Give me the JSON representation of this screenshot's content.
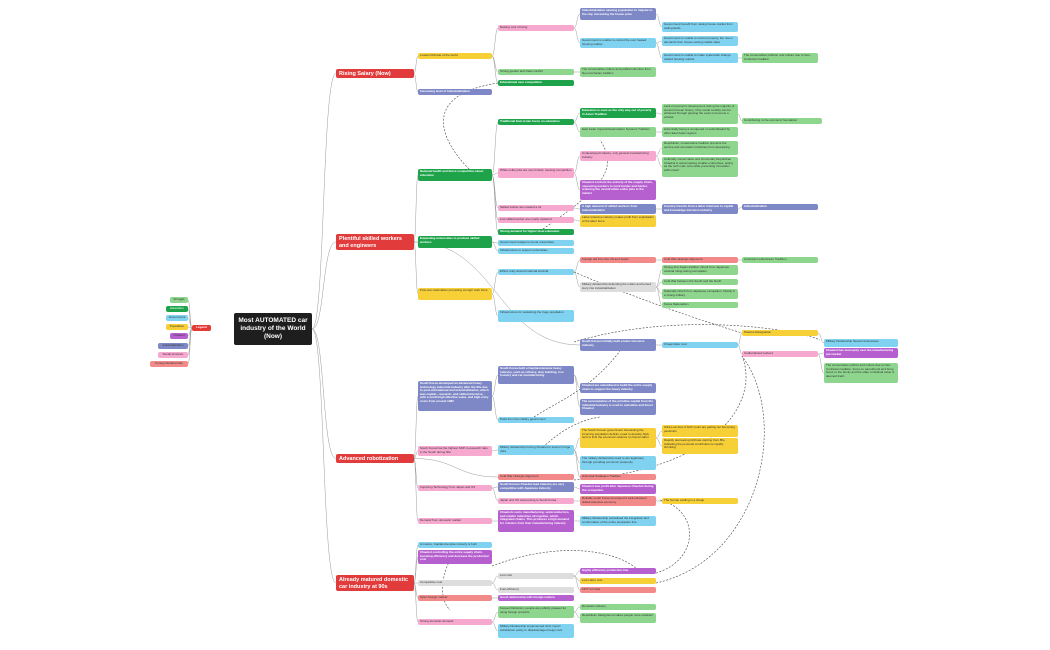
{
  "central": "Most AUTOMATED car industry of the World (Now)",
  "legend": {
    "title": "Legend",
    "items": [
      {
        "label": "Struggle",
        "color": "#8ed68e"
      },
      {
        "label": "Education",
        "color": "#1ea34b"
      },
      {
        "label": "Government",
        "color": "#7fd3f0"
      },
      {
        "label": "Population",
        "color": "#f7cf37"
      },
      {
        "label": "Chaebol",
        "color": "#b65fcf"
      },
      {
        "label": "Industrialization",
        "color": "#7f88c6"
      },
      {
        "label": "Social structure",
        "color": "#f7a8cf"
      },
      {
        "label": "Foreign Relationship",
        "color": "#f28a8a"
      }
    ]
  },
  "branches": [
    {
      "label": "Rising Salary (Now)"
    },
    {
      "label": "Plentiful skilled workers and engineers"
    },
    {
      "label": "Advanced robotization industry"
    },
    {
      "label": "Already matured domestic car industry at 90s"
    }
  ],
  "nodes": [
    {
      "text": "Lowest birthrate of the world"
    },
    {
      "text": "Increasing level of Industrialization"
    },
    {
      "text": "Raising cost of living"
    },
    {
      "text": "Strong gender and class conflict"
    },
    {
      "text": "Educational over competition"
    },
    {
      "text": "Industrialization causing population to migrate to the city, increasing the house price"
    },
    {
      "text": "Government benefit from raising house market from selling lands"
    },
    {
      "text": "Government is unable to control the over heated housing market"
    },
    {
      "text": "Government is unable to control property, the rise in demands from house-owning middle class"
    },
    {
      "text": "Government is unable to make systematic change toward housing market"
    },
    {
      "text": "The conservative political, and culture due to Neo-Confucian tradition"
    },
    {
      "text": "The conservative culture and political structure from Neo-Confucian tradition"
    },
    {
      "text": "National health and fierce competition about education"
    },
    {
      "text": "Traditional East Asian focus on education"
    },
    {
      "text": "Education is seen as the only way out of poverty in Asian Tradition"
    },
    {
      "text": "Lack of economic development during the majority of ancient Korean history. Only social mobility can be achieved through passing the exam to become a scholar"
    },
    {
      "text": "Contributing to the economic foundation"
    },
    {
      "text": "East Asian Imperial Examination Systems Tradition"
    },
    {
      "text": "Historically being a conquered or subordinated by other East Asian regions"
    },
    {
      "text": "Undeveloped industry, only general manufacturing industry"
    },
    {
      "text": "Republican, conservative tradition prevents the service and innovation industries from developing"
    },
    {
      "text": "Culturally conservative and structurally Republican Chaebol is outcompeting smaller enterprises, acting as the tech main core while preventing innovation within itself"
    },
    {
      "text": "White-collar jobs are very limited, causing competition"
    },
    {
      "text": "Chaebol controls the entirety of the supply chain, squeezing workers to work harder and harder, reducing the overall white-collar jobs in the market"
    },
    {
      "text": "Skilled worker are needed a lot"
    },
    {
      "text": "A high demand of skilled workers from industrialization"
    },
    {
      "text": "Country transits from a labor intensive to capital and knowledge intensive industry"
    },
    {
      "text": "Industrialization"
    },
    {
      "text": "Low skilled worker are mostly replaced"
    },
    {
      "text": "Labor-intensive industry makes profit from exploitation of the labor force"
    },
    {
      "text": "Strong demand for higher level education"
    },
    {
      "text": "Expanding universities to produce skilled workers"
    },
    {
      "text": "Government budget to found universities"
    },
    {
      "text": "Infrastructure to support universities"
    },
    {
      "text": "Post-war nationalism promoting enough work force"
    },
    {
      "text": "Ethnic unity around national survival"
    },
    {
      "text": "Foreign aid from the US and Japan"
    },
    {
      "text": "Cold War strategic alignment"
    },
    {
      "text": "American Lebensraum Tradition"
    },
    {
      "text": "Military dictatorship defending the nation and turned story into industrialization"
    },
    {
      "text": "Strong Anti-Japan tradition inherit from Japanese colonial ruling during occupation"
    },
    {
      "text": "Cold War between the South and the North"
    },
    {
      "text": "Nationals inherit from Japanese occupation, Mostly in a strong military"
    },
    {
      "text": "Korea Nationalism"
    },
    {
      "text": "Infrastructure for sustaining the huge population"
    },
    {
      "text": "South Korean initially built a labor intensive industry"
    },
    {
      "text": "Cheap labor cost"
    },
    {
      "text": "Passive Resignation"
    },
    {
      "text": "Military Dictatorship favours businesses"
    },
    {
      "text": "Undisciplined workers"
    },
    {
      "text": "Chaebol has monopoly over the manufacturing job market"
    },
    {
      "text": "The conservative politics and culture due to Neo-Confucian tradition, focus on parenthood and bring honor to the family and the state. Individual value is deemed trash"
    },
    {
      "text": "South Korea developed an advanced heavy technology industrial industry after the 60s due to post-war/national and industrialization, which was capital-, research- and skilled-intensive, with a world-high effective value, and high entry costs from around 1980"
    },
    {
      "text": "South Korea built a Capital-intensive heavy industry, such as refinery, ship building, iron foundry and car manufacturing"
    },
    {
      "text": "Chaebol are subsidised to build the entire supply chain to support the heavy industry"
    },
    {
      "text": "The accumulation of the primitive capital from the industrial industry is used to subsidise and boost Chaebol"
    },
    {
      "text": "Push from the military government"
    },
    {
      "text": "South Korea has the highest SOP-in-research ratio in the South during 90s"
    },
    {
      "text": "Military dictatorship forcing Chaebol to invest in huge risks"
    },
    {
      "text": "The South Korean government forecasting the incoming population deficits, need to develop high-tech to limit the economic reliance on human labor"
    },
    {
      "text": "Ultra-Low fear of birth count are getting out becoming pessimist"
    },
    {
      "text": "Rapidly decreasing birthrate starting from 80s, indicating the personal contribution to rapidly shrinking"
    },
    {
      "text": "The military dictatorship need to win legitimacy through providing economic prosperity"
    },
    {
      "text": "Historical Sadaejuui Tradition"
    },
    {
      "text": "Cold War strategic alignment"
    },
    {
      "text": "Importing Technology from Japan and US"
    },
    {
      "text": "South Korean Chaebol lead industry are very competitive with Japanese industry"
    },
    {
      "text": "Chaebol was profit after Japanese Chaebol during the occupation"
    },
    {
      "text": "Japan and US outsourcing to South Korea"
    },
    {
      "text": "Reliable south Korea developed a well-educated skilled-intensive economy"
    },
    {
      "text": "The human settling in a cheap"
    },
    {
      "text": "Demand from domestic market"
    },
    {
      "text": "Chaebols owns manufacturing, semiconductors, and retailer industries all together, which integrated chains. This produces a high demand for robotics from their manufacturing industry"
    },
    {
      "text": "Military Dictatorship subsidised the integration and conformation of the entire production line"
    },
    {
      "text": "A mature, Capital-intensive industry is built"
    },
    {
      "text": "Chaebol controlling the entire supply chain, boosting efficiency and decrease the production cost"
    },
    {
      "text": "Competitive cost"
    },
    {
      "text": "Low cost"
    },
    {
      "text": "Fuel efficiency"
    },
    {
      "text": "Highly efficiency production line"
    },
    {
      "text": "Low Labor cost"
    },
    {
      "text": "1977 oil crisis"
    },
    {
      "text": "Open foreign market"
    },
    {
      "text": "Good relationship with foreign nations"
    },
    {
      "text": "Strong domestic demand"
    },
    {
      "text": "Korean Patriotism, people are publicly pleased for using foreign products"
    },
    {
      "text": "Domestic industry"
    },
    {
      "text": "Republican background makes people more obedient"
    },
    {
      "text": "Military Dictatorship implemented strict import substitution policy to disadvantage foreign cars"
    }
  ]
}
